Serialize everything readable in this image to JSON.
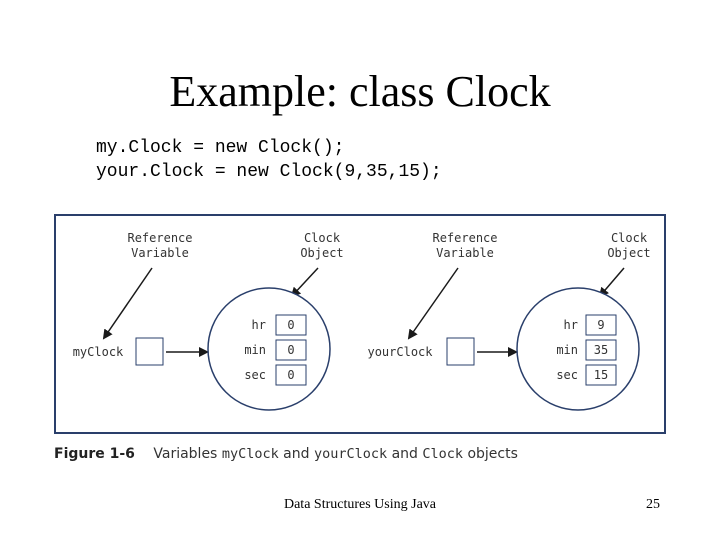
{
  "slide": {
    "title": "Example: class Clock",
    "code_lines": [
      "my.Clock = new Clock();",
      "your.Clock = new Clock(9,35,15);"
    ]
  },
  "diagram": {
    "left": {
      "ref_label_1": "Reference",
      "ref_label_2": "Variable",
      "obj_label_1": "Clock",
      "obj_label_2": "Object",
      "var_name": "myClock",
      "fields": [
        {
          "name": "hr",
          "value": "0"
        },
        {
          "name": "min",
          "value": "0"
        },
        {
          "name": "sec",
          "value": "0"
        }
      ]
    },
    "right": {
      "ref_label_1": "Reference",
      "ref_label_2": "Variable",
      "obj_label_1": "Clock",
      "obj_label_2": "Object",
      "var_name": "yourClock",
      "fields": [
        {
          "name": "hr",
          "value": "9"
        },
        {
          "name": "min",
          "value": "35"
        },
        {
          "name": "sec",
          "value": "15"
        }
      ]
    },
    "colors": {
      "border": "#2a3f6b",
      "arrow": "#1a1a1a",
      "text": "#333333"
    }
  },
  "caption": {
    "figure": "Figure 1-6",
    "t1": "Variables",
    "c1": "myClock",
    "t2": "and",
    "c2": "yourClock",
    "t3": "and",
    "c3": "Clock",
    "t4": "objects"
  },
  "footer": {
    "center": "Data Structures Using Java",
    "page": "25"
  }
}
